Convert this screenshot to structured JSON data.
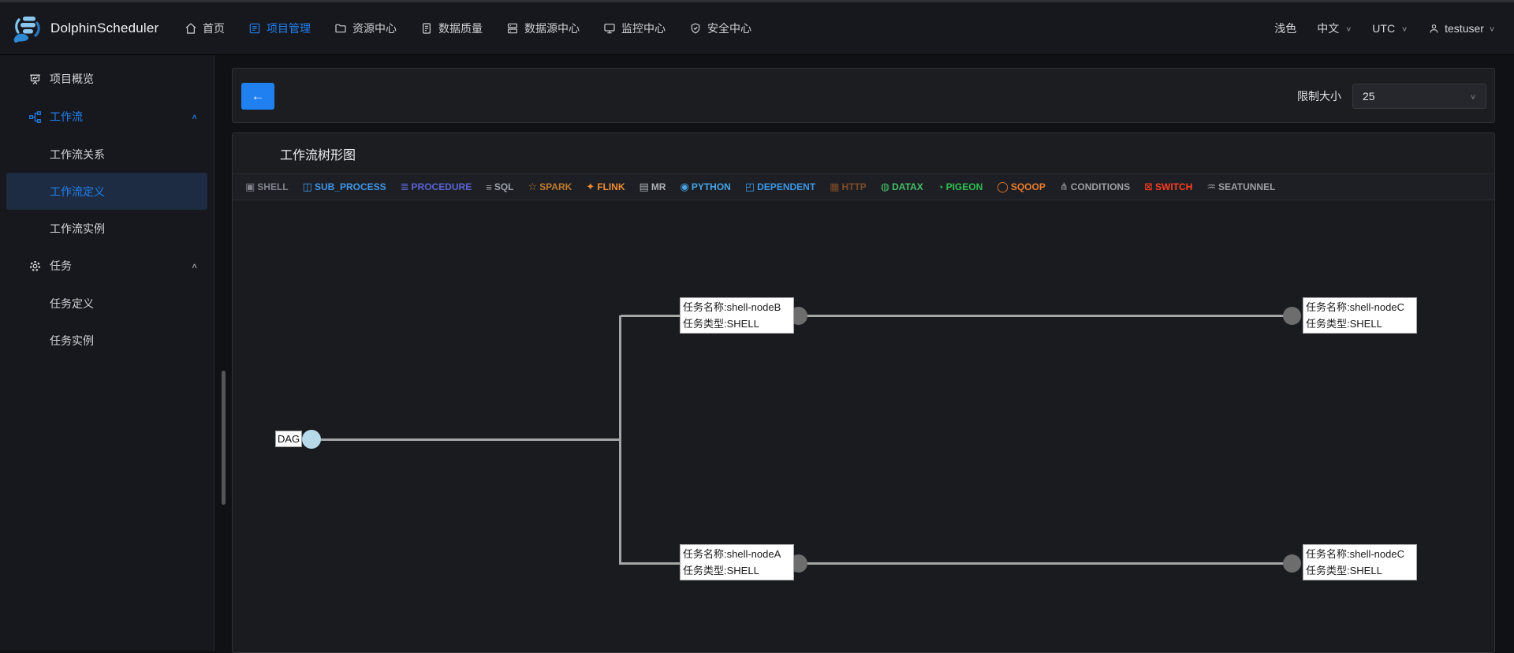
{
  "nav": {
    "brand": "DolphinScheduler",
    "items": [
      {
        "label": "首页"
      },
      {
        "label": "项目管理"
      },
      {
        "label": "资源中心"
      },
      {
        "label": "数据质量"
      },
      {
        "label": "数据源中心"
      },
      {
        "label": "监控中心"
      },
      {
        "label": "安全中心"
      }
    ],
    "theme_label": "浅色",
    "language": "中文",
    "timezone": "UTC",
    "username": "testuser"
  },
  "sidebar": {
    "items": [
      {
        "label": "项目概览"
      },
      {
        "label": "工作流"
      },
      {
        "label": "工作流关系"
      },
      {
        "label": "工作流定义"
      },
      {
        "label": "工作流实例"
      },
      {
        "label": "任务"
      },
      {
        "label": "任务定义"
      },
      {
        "label": "任务实例"
      }
    ]
  },
  "toolbar": {
    "limit_label": "限制大小",
    "limit_value": "25"
  },
  "card": {
    "title": "工作流树形图"
  },
  "legend": [
    {
      "label": "SHELL",
      "color": "#7f858b",
      "glyph": "▣"
    },
    {
      "label": "SUB_PROCESS",
      "color": "#3e97e8",
      "glyph": "◫"
    },
    {
      "label": "PROCEDURE",
      "color": "#5a64d4",
      "glyph": "≣"
    },
    {
      "label": "SQL",
      "color": "#9aa3aa",
      "glyph": "≡"
    },
    {
      "label": "SPARK",
      "color": "#bd7b2d",
      "glyph": "☆"
    },
    {
      "label": "FLINK",
      "color": "#ef8d33",
      "glyph": "✦"
    },
    {
      "label": "MR",
      "color": "#a9b0b5",
      "glyph": "▤"
    },
    {
      "label": "PYTHON",
      "color": "#45a3e6",
      "glyph": "◉"
    },
    {
      "label": "DEPENDENT",
      "color": "#3b97e6",
      "glyph": "◰"
    },
    {
      "label": "HTTP",
      "color": "#7d4b28",
      "glyph": "▦"
    },
    {
      "label": "DATAX",
      "color": "#45c06a",
      "glyph": "◍"
    },
    {
      "label": "PIGEON",
      "color": "#2fc151",
      "glyph": "◔"
    },
    {
      "label": "SQOOP",
      "color": "#ee7d2f",
      "glyph": "◯"
    },
    {
      "label": "CONDITIONS",
      "color": "#9b9fa4",
      "glyph": "⋔"
    },
    {
      "label": "SWITCH",
      "color": "#ff3e1f",
      "glyph": "⊠"
    },
    {
      "label": "SEATUNNEL",
      "color": "#9b9fa4",
      "glyph": "♒"
    }
  ],
  "tree": {
    "root_label": "DAG",
    "nodes": {
      "top_left": {
        "name": "任务名称:shell-nodeB",
        "type": "任务类型:SHELL"
      },
      "top_right": {
        "name": "任务名称:shell-nodeC",
        "type": "任务类型:SHELL"
      },
      "bottom_left": {
        "name": "任务名称:shell-nodeA",
        "type": "任务类型:SHELL"
      },
      "bottom_right": {
        "name": "任务名称:shell-nodeC",
        "type": "任务类型:SHELL"
      }
    }
  },
  "icons": {
    "back_arrow": "←",
    "chevron_down": "∨",
    "chevron_up": "∧"
  }
}
